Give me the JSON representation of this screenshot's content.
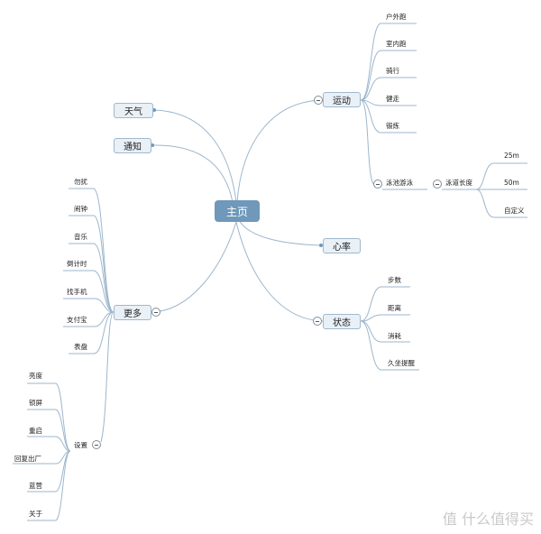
{
  "root": "主页",
  "nodes": {
    "tianqi": "天气",
    "tongzhi": "通知",
    "yundong": "运动",
    "xinlv": "心率",
    "zhuangtai": "状态",
    "gengduo": "更多"
  },
  "yundong_items": [
    "户外跑",
    "室内跑",
    "骑行",
    "健走",
    "锻炼"
  ],
  "swim": {
    "label": "泳池游泳",
    "sub": "泳道长度",
    "options": [
      "25m",
      "50m",
      "自定义"
    ]
  },
  "zhuangtai_items": [
    "步数",
    "距离",
    "消耗",
    "久坐提醒"
  ],
  "gengduo_items": [
    "勿扰",
    "闹钟",
    "音乐",
    "倒计时",
    "找手机",
    "支付宝",
    "表盘"
  ],
  "settings": {
    "label": "设置",
    "items": [
      "亮度",
      "锁屏",
      "重启",
      "回复出厂",
      "蓝营",
      "关于"
    ]
  },
  "watermark": "值 什么值得买",
  "colors": {
    "line": "#9db6cc",
    "node_fill": "#e9f0f6",
    "node_border": "#9fb9cf",
    "root_fill": "#6f98ba"
  }
}
